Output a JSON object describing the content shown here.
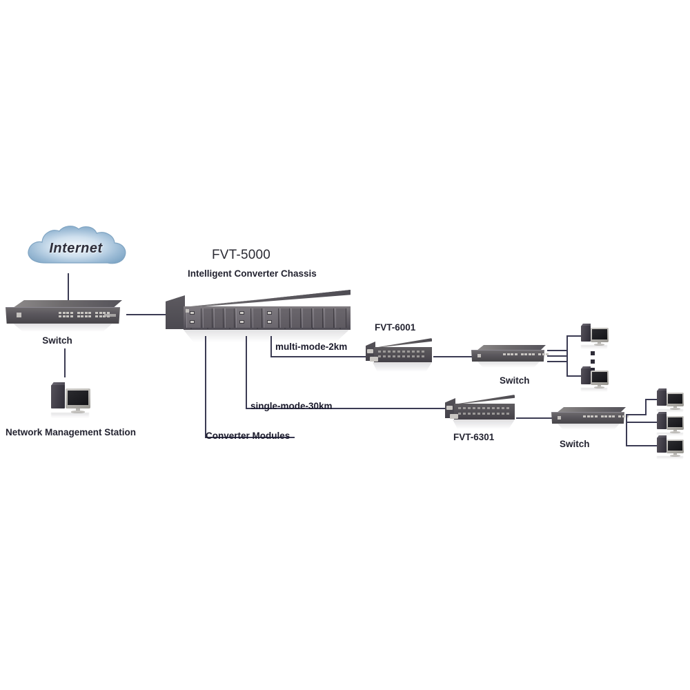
{
  "diagram": {
    "title": "FVT-5000 Intelligent Converter Chassis network application",
    "accent_line_color": "#3a3a52",
    "cloud_color": "#8fb4d4"
  },
  "nodes": {
    "internet": {
      "label": "Internet",
      "type": "cloud-icon"
    },
    "switch_left": {
      "label": "Switch",
      "type": "rack-switch-icon"
    },
    "nms": {
      "label": "Network Management Station",
      "type": "desktop-pc-icon"
    },
    "chassis": {
      "title": "FVT-5000",
      "subtitle": "Intelligent Converter Chassis",
      "modules_label": "Converter Modules",
      "type": "converter-chassis-icon"
    },
    "fvt6001": {
      "label": "FVT-6001",
      "type": "media-converter-icon"
    },
    "fvt6301": {
      "label": "FVT-6301",
      "type": "media-converter-icon"
    },
    "switch_top_right": {
      "label": "Switch",
      "type": "rack-switch-icon"
    },
    "switch_bottom_right": {
      "label": "Switch",
      "type": "rack-switch-icon"
    }
  },
  "links": {
    "multi_mode": {
      "label": "multi-mode-2km"
    },
    "single_mode": {
      "label": "single-mode-30km"
    }
  },
  "clients": {
    "top_group": {
      "count": 2,
      "ellipsis": "vertical-dots"
    },
    "bottom_group": {
      "count": 3
    }
  }
}
